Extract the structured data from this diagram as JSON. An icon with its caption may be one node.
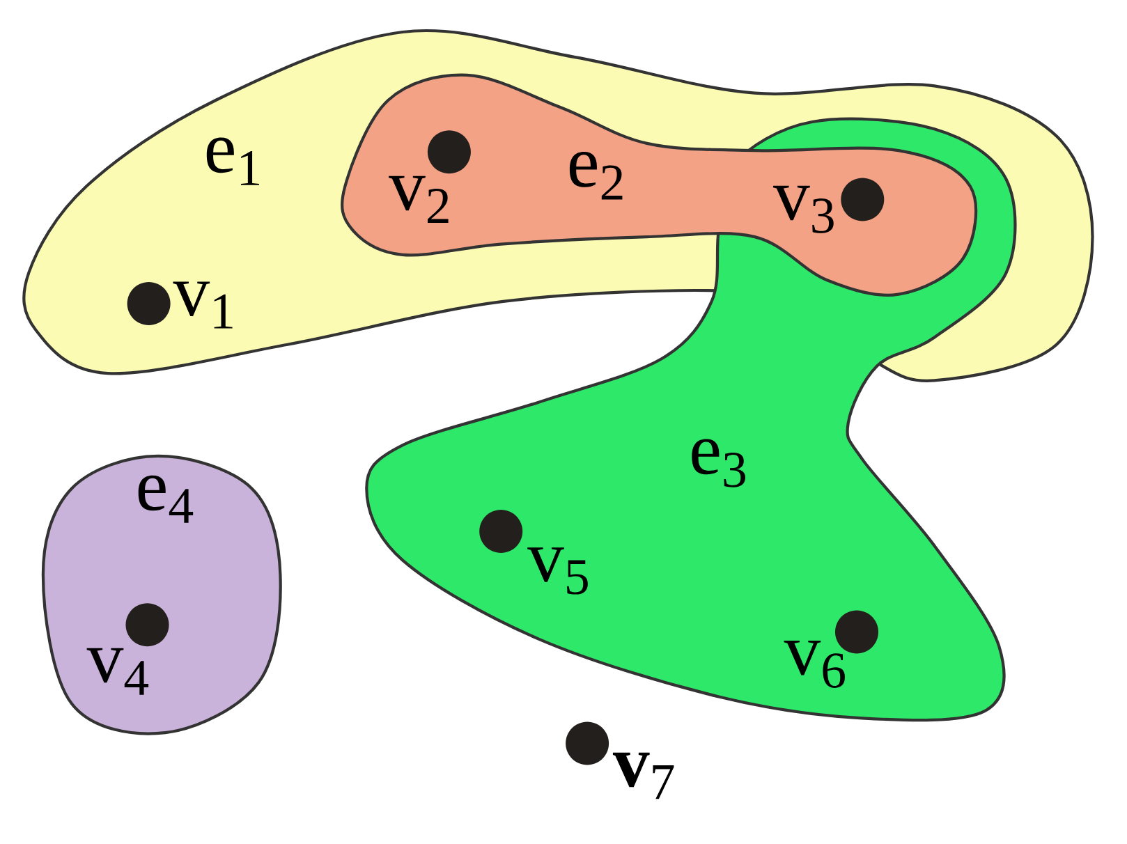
{
  "diagram": {
    "nodes": [
      {
        "text": [
          "e$_{1}$"
        ]
      },
      {
        "text": [
          "e$_{2}$"
        ],
        "in": 0
      },
      {
        "text": [
          "e$_{3}$"
        ]
      },
      {
        "text": [
          "e$_{4}$"
        ]
      },
      {
        "text": [],
        "shape": "circle",
        "beside": [
          "v$_{1}$"
        ],
        "in": 0
      },
      {
        "text": [],
        "shape": "circle",
        "beside": [
          "v$_{2}$"
        ],
        "in": 1
      },
      {
        "text": [],
        "shape": "circle",
        "beside": [
          "v$_{3}$"
        ]
      },
      {
        "text": [],
        "shape": "circle",
        "beside": [
          "v$_{4}$"
        ],
        "in": 3
      },
      {
        "text": [],
        "shape": "circle",
        "beside": [
          "v$_{5}$"
        ],
        "in": 2
      },
      {
        "text": [],
        "shape": "circle",
        "beside": [
          "v$_{6}$"
        ],
        "in": 2
      },
      {
        "text": [],
        "shape": "circle",
        "beside": [
          "**v**$_{7}$"
        ]
      }
    ]
  }
}
